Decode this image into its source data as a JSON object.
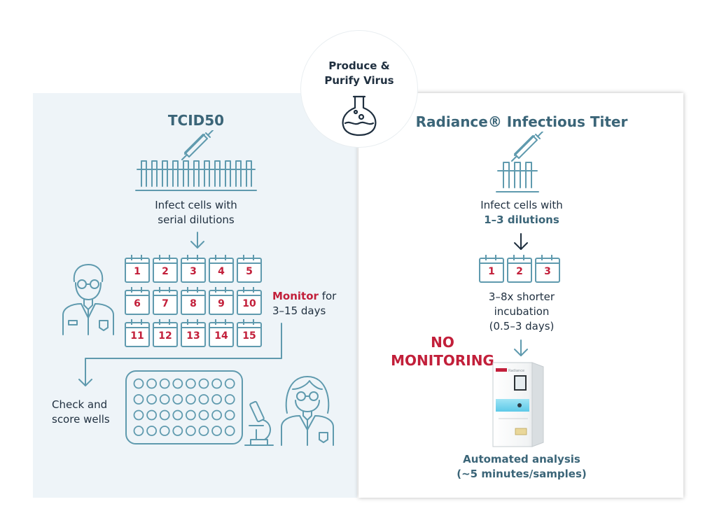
{
  "top": {
    "line1": "Produce &",
    "line2": "Purify Virus",
    "icon": "flask-icon"
  },
  "left": {
    "title": "TCID50",
    "infect_line1": "Infect cells with",
    "infect_line2": "serial dilutions",
    "calendar_numbers": [
      "1",
      "2",
      "3",
      "4",
      "5",
      "6",
      "7",
      "8",
      "9",
      "10",
      "11",
      "12",
      "13",
      "14",
      "15"
    ],
    "monitor_word": "Monitor",
    "monitor_rest": " for",
    "monitor_line2": "3–15 days",
    "check_line1": "Check and",
    "check_line2": "score wells"
  },
  "right": {
    "title": "Radiance® Infectious Titer",
    "infect_line1": "Infect cells with",
    "infect_line2": "1–3 dilutions",
    "calendar_numbers": [
      "1",
      "2",
      "3"
    ],
    "incub_line1": "3–8x shorter",
    "incub_line2": "incubation",
    "incub_line3": "(0.5–3 days)",
    "no_line1": "NO",
    "no_line2": "MONITORING",
    "device_brand": "Radiance",
    "auto_line1": "Automated analysis",
    "auto_line2": "(~5 minutes/samples)"
  },
  "colors": {
    "icon_line": "#5f9aae",
    "heading_teal": "#3b6578",
    "accent_red": "#c21f3a",
    "text_dark": "#1f2f3f"
  }
}
